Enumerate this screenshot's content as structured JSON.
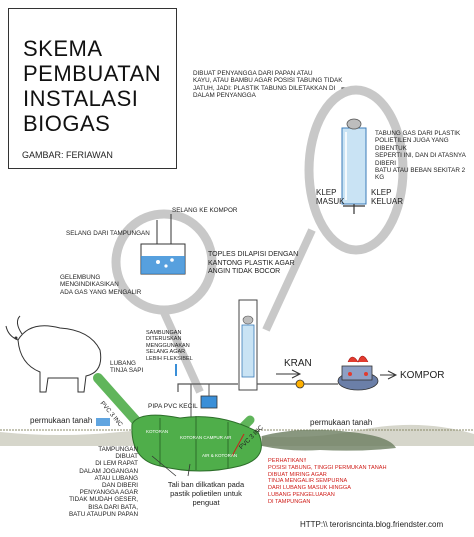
{
  "title": {
    "line1": "SKEMA",
    "line2": "PEMBUATAN",
    "line3": "INSTALASI",
    "line4": "BIOGAS",
    "credit": "GAMBAR: FERIAWAN"
  },
  "notes": {
    "support": [
      "DIBUAT PENYANGGA DARI PAPAN ATAU",
      "KAYU, ATAU BAMBU AGAR POSISI TABUNG TIDAK",
      "JATUH, JADI: PLASTIK TABUNG DILETAKKAN DI",
      "DALAM PENYANGGA"
    ],
    "tube": [
      "TABUNG GAS DARI PLASTIK",
      "POLIETILEN JUGA YANG DIBENTUK",
      "SEPERTI INI, DAN DI ATASNYA DIBERI",
      "BATU ATAU BEBAN SEKITAR 2 kg"
    ],
    "klep_in": [
      "KLEP",
      "MASUK"
    ],
    "klep_out": [
      "KLEP",
      "KELUAR"
    ],
    "stove_hose": "SELANG KE KOMPOR",
    "input_hose": "SELANG DARI TAMPUNGAN",
    "jar": [
      "TOPLES DILAPISI DENGAN",
      "KANTONG PLASTIK AGAR",
      "ANGIN TIDAK BOCOR"
    ],
    "bubbles": [
      "GELEMBUNG",
      "MENGINDIKASIKAN",
      "ADA GAS YANG MENGALIR"
    ],
    "joint": [
      "SAMBUNGAN",
      "DITERUSKAN",
      "MENGGUNAKAN",
      "SELANG AGAR",
      "LEBIH FLEKSIBEL"
    ],
    "cow_hole": [
      "LUBANG",
      "TINJA SAPI"
    ],
    "small_pipe": "PIPA PVC KECIL",
    "kran": "KRAN",
    "kompor": "KOMPOR",
    "ground_left": "permukaan tanah",
    "ground_right": "permukaan tanah",
    "pvc_left": "PVC 3 inc",
    "pvc_right": "PVC 3 inc",
    "bag_label1": "KOTORAN CAMPUR AIR",
    "bag_label2": "KOTORAN",
    "bag_label3": "AIR & KOTORAN",
    "tank": [
      "TAMPUNGAN",
      "DIBUAT",
      "DI LEM RAPAT",
      "DALAM JOGANGAN",
      "ATAU LUBANG",
      "DAN DIBERI",
      "PENYANGGA AGAR",
      "TIDAK MUDAH GESER,",
      "BISA DARI BATA,",
      "BATU ATAUPUN PAPAN"
    ],
    "rope": [
      "Tali ban dilkatkan pada",
      "pastik polietilen untuk",
      "penguat"
    ],
    "warning": [
      "PERHATIKAN!!",
      "POSISI TABUNG, TINGGI PERMUKAN TANAH",
      "DIBUAT MIRING AGAR",
      "TINJA  MENGALIR SEMPURNA",
      "DARI LUBANG MASUK HINGGA",
      "LUBANG PENGELUARAN",
      "DI TAMPUNGAN"
    ],
    "url": "HTTP:\\\\ terorisncinta.blog.friendster.com"
  },
  "colors": {
    "ground": "#8a8a6a",
    "slurry": "#4fae4a",
    "water": "#3a8fd8",
    "warning": "#d0201c",
    "tube": "#c9e3f4"
  }
}
